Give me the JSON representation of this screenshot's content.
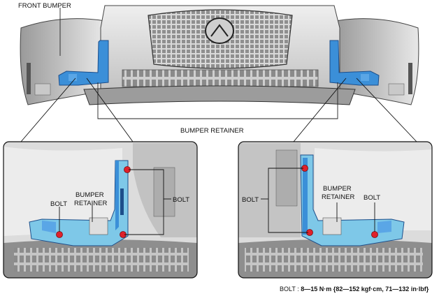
{
  "labels": {
    "front_bumper": "FRONT BUMPER",
    "bumper_retainer_main": "BUMPER RETAINER",
    "left_bolt_a": "BOLT",
    "left_bumper": "BUMPER",
    "left_retainer": "RETAINER",
    "left_bolt_b": "BOLT",
    "right_bolt_a": "BOLT",
    "right_bumper": "BUMPER",
    "right_retainer": "RETAINER",
    "right_bolt_b": "BOLT"
  },
  "torque_spec": {
    "name": "BOLT",
    "separator": ":",
    "value": "8—15 N·m {82—152 kgf·cm, 71—132 in·lbf}"
  },
  "colors": {
    "retainer_blue": "#3b8fd8",
    "retainer_light": "#7ec8e8",
    "bolt_red": "#e0202a",
    "line": "#222222"
  }
}
